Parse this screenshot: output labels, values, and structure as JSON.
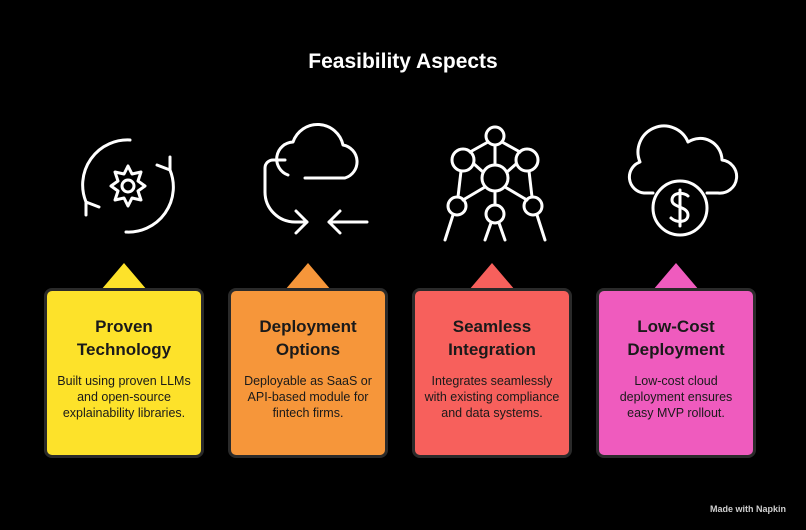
{
  "title": "Feasibility Aspects",
  "cards": [
    {
      "title_line1": "Proven",
      "title_line2": "Technology",
      "description": "Built using proven LLMs and open-source explainability libraries.",
      "color": "#FDE22A",
      "icon": "gear-cycle-icon"
    },
    {
      "title_line1": "Deployment",
      "title_line2": "Options",
      "description": "Deployable as SaaS or API-based module for fintech firms.",
      "color": "#F6963A",
      "icon": "cloud-arrows-icon"
    },
    {
      "title_line1": "Seamless",
      "title_line2": "Integration",
      "description": "Integrates seamlessly with existing compliance and data systems.",
      "color": "#F7605C",
      "icon": "atomium-structure-icon"
    },
    {
      "title_line1": "Low-Cost",
      "title_line2": "Deployment",
      "description": "Low-cost cloud deployment ensures easy MVP rollout.",
      "color": "#EF5BBE",
      "icon": "cloud-dollar-icon"
    }
  ],
  "footer": "Made with Napkin"
}
